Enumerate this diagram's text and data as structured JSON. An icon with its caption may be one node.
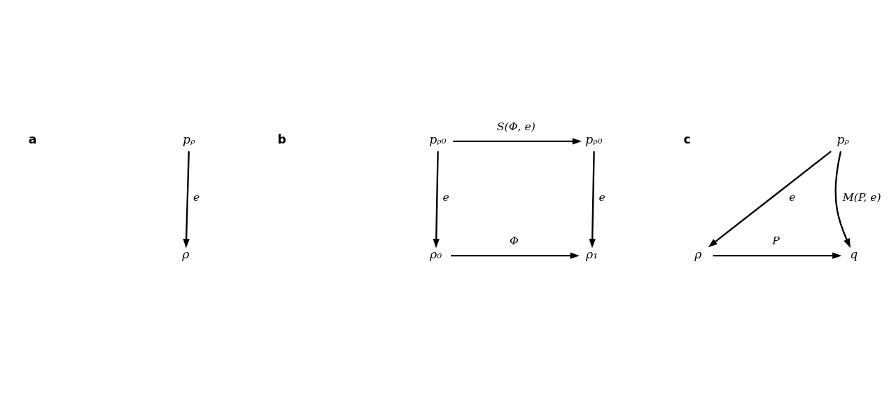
{
  "diagram": {
    "nodes": [
      {
        "text": [
          "pᵨ"
        ]
      },
      {
        "text": [
          "ρ"
        ]
      },
      {
        "text": [
          "pᵨ₀"
        ]
      },
      {
        "text": [
          "pᵨ₀"
        ]
      },
      {
        "text": [
          "ρ₀"
        ]
      },
      {
        "text": [
          "ρ₁"
        ]
      },
      {
        "text": [
          "pᵨ"
        ]
      },
      {
        "text": [
          "ρ"
        ]
      },
      {
        "text": [
          "q"
        ]
      }
    ],
    "edges": [
      {
        "from": 0,
        "to": 1,
        "arrow": "to",
        "label": "e"
      },
      {
        "from": 2,
        "to": 3,
        "arrow": "to",
        "label": "S(Φ, e)"
      },
      {
        "from": 2,
        "to": 4,
        "arrow": "to",
        "label": "e"
      },
      {
        "from": 3,
        "to": 5,
        "arrow": "to",
        "label": "e"
      },
      {
        "from": 4,
        "to": 5,
        "arrow": "to",
        "label": "Φ"
      },
      {
        "from": 6,
        "to": 7,
        "arrow": "to",
        "label": "e"
      },
      {
        "from": 6,
        "to": 8,
        "arrow": "to",
        "label": "M(P, e)"
      },
      {
        "from": 7,
        "to": 8,
        "arrow": "to",
        "label": "P"
      }
    ],
    "labels": [
      "a",
      "b",
      "c"
    ]
  }
}
